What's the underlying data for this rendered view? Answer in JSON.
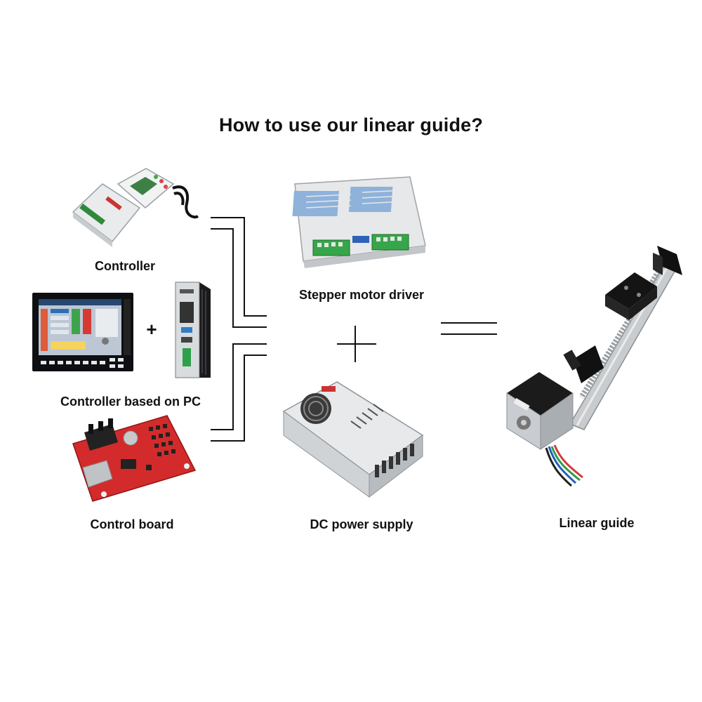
{
  "title": "How to use our linear guide?",
  "labels": {
    "controller": "Controller",
    "pc": "Controller based on PC",
    "control_board": "Control board",
    "stepper_driver": "Stepper motor driver",
    "power_supply": "DC power supply",
    "linear_guide": "Linear guide"
  },
  "symbols": {
    "plus_small": "+",
    "plus_large": "+",
    "equals": "="
  },
  "icons": [
    "controller-icon",
    "pc-screen-icon",
    "industrial-pc-icon",
    "control-board-icon",
    "stepper-driver-icon",
    "power-supply-icon",
    "linear-guide-icon"
  ]
}
